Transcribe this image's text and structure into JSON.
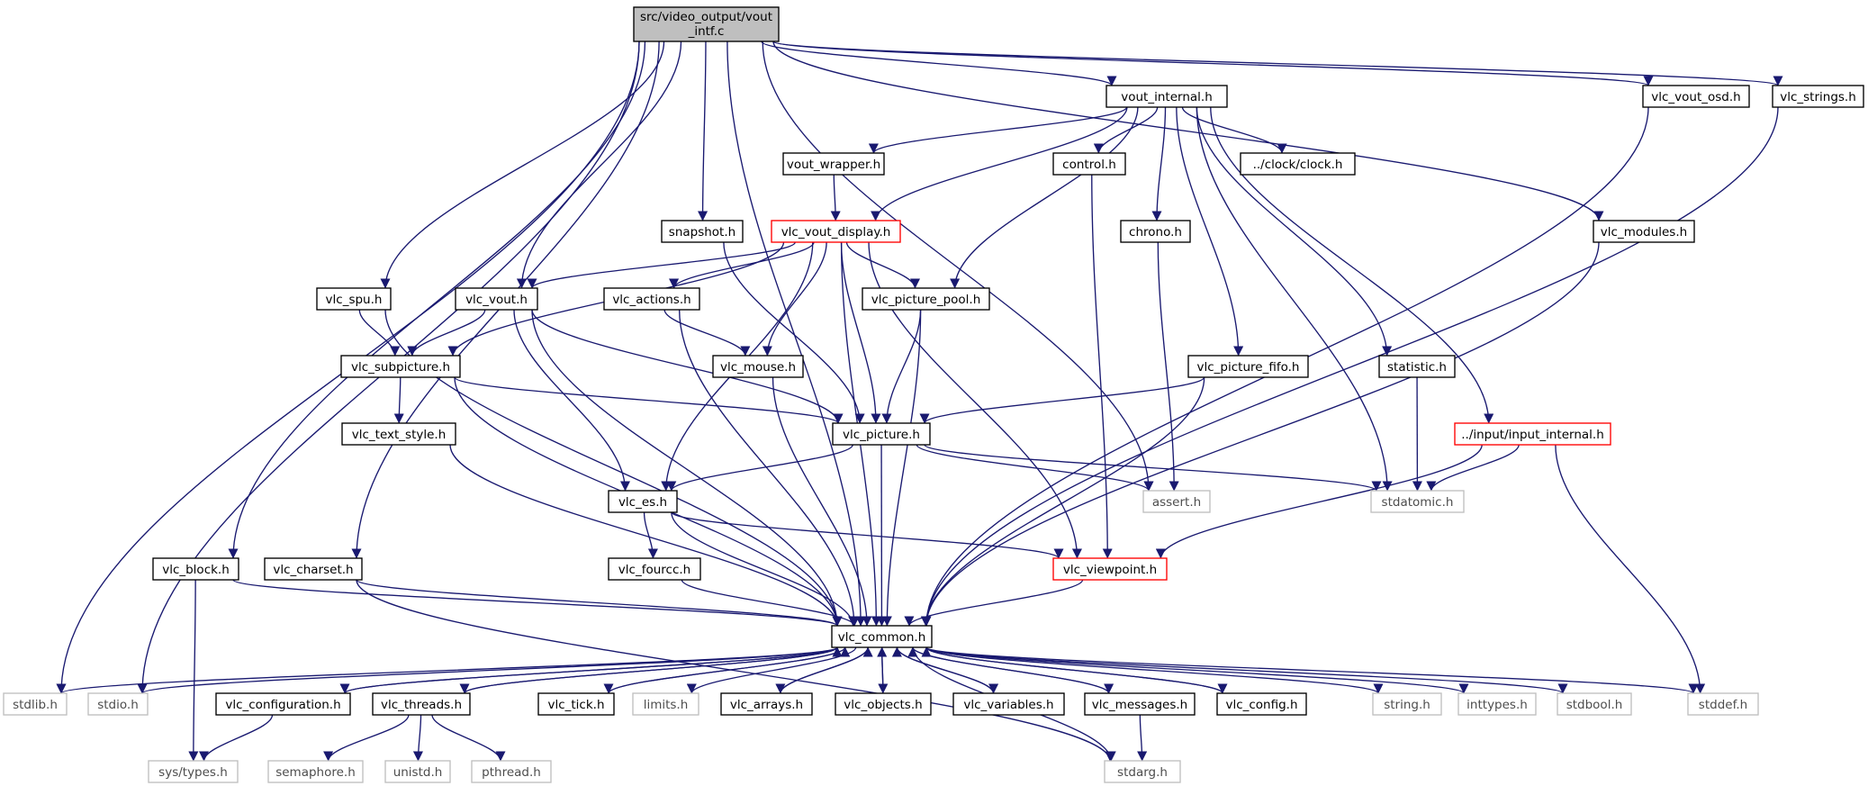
{
  "diagram": {
    "title": "src/video_output/vout_intf.c",
    "colors": {
      "edge": "#191970",
      "root_fill": "#bfbfbf",
      "root_border": "#000000",
      "normal_border": "#000000",
      "truncated_border": "#ff0000",
      "system_border": "#bfbfbf",
      "system_text": "#4d4d4d"
    },
    "nodes": [
      {
        "id": "root",
        "label_lines": [
          "src/video_output/vout",
          "_intf.c"
        ],
        "style": "root"
      },
      {
        "id": "vout_internal",
        "label": "vout_internal.h",
        "style": "normal"
      },
      {
        "id": "vlc_vout_osd",
        "label": "vlc_vout_osd.h",
        "style": "normal"
      },
      {
        "id": "vlc_strings",
        "label": "vlc_strings.h",
        "style": "normal"
      },
      {
        "id": "vout_wrapper",
        "label": "vout_wrapper.h",
        "style": "normal"
      },
      {
        "id": "control",
        "label": "control.h",
        "style": "normal"
      },
      {
        "id": "clock",
        "label": "../clock/clock.h",
        "style": "normal"
      },
      {
        "id": "snapshot",
        "label": "snapshot.h",
        "style": "normal"
      },
      {
        "id": "vlc_vout_display",
        "label": "vlc_vout_display.h",
        "style": "truncated"
      },
      {
        "id": "chrono",
        "label": "chrono.h",
        "style": "normal"
      },
      {
        "id": "vlc_modules",
        "label": "vlc_modules.h",
        "style": "normal"
      },
      {
        "id": "vlc_spu",
        "label": "vlc_spu.h",
        "style": "normal"
      },
      {
        "id": "vlc_vout",
        "label": "vlc_vout.h",
        "style": "normal"
      },
      {
        "id": "vlc_actions",
        "label": "vlc_actions.h",
        "style": "normal"
      },
      {
        "id": "vlc_picture_pool",
        "label": "vlc_picture_pool.h",
        "style": "normal"
      },
      {
        "id": "vlc_subpicture",
        "label": "vlc_subpicture.h",
        "style": "normal"
      },
      {
        "id": "vlc_mouse",
        "label": "vlc_mouse.h",
        "style": "normal"
      },
      {
        "id": "vlc_picture_fifo",
        "label": "vlc_picture_fifo.h",
        "style": "normal"
      },
      {
        "id": "statistic",
        "label": "statistic.h",
        "style": "normal"
      },
      {
        "id": "vlc_text_style",
        "label": "vlc_text_style.h",
        "style": "normal"
      },
      {
        "id": "vlc_picture",
        "label": "vlc_picture.h",
        "style": "normal"
      },
      {
        "id": "input_internal",
        "label": "../input/input_internal.h",
        "style": "truncated"
      },
      {
        "id": "vlc_es",
        "label": "vlc_es.h",
        "style": "normal"
      },
      {
        "id": "assert",
        "label": "assert.h",
        "style": "system"
      },
      {
        "id": "stdatomic",
        "label": "stdatomic.h",
        "style": "system"
      },
      {
        "id": "vlc_block",
        "label": "vlc_block.h",
        "style": "normal"
      },
      {
        "id": "vlc_charset",
        "label": "vlc_charset.h",
        "style": "normal"
      },
      {
        "id": "vlc_fourcc",
        "label": "vlc_fourcc.h",
        "style": "normal"
      },
      {
        "id": "vlc_viewpoint",
        "label": "vlc_viewpoint.h",
        "style": "truncated"
      },
      {
        "id": "vlc_common",
        "label": "vlc_common.h",
        "style": "normal"
      },
      {
        "id": "stdlib",
        "label": "stdlib.h",
        "style": "system"
      },
      {
        "id": "stdio",
        "label": "stdio.h",
        "style": "system"
      },
      {
        "id": "vlc_configuration",
        "label": "vlc_configuration.h",
        "style": "normal"
      },
      {
        "id": "vlc_threads",
        "label": "vlc_threads.h",
        "style": "normal"
      },
      {
        "id": "vlc_tick",
        "label": "vlc_tick.h",
        "style": "normal"
      },
      {
        "id": "limits",
        "label": "limits.h",
        "style": "system"
      },
      {
        "id": "vlc_arrays",
        "label": "vlc_arrays.h",
        "style": "normal"
      },
      {
        "id": "vlc_objects",
        "label": "vlc_objects.h",
        "style": "normal"
      },
      {
        "id": "vlc_variables",
        "label": "vlc_variables.h",
        "style": "normal"
      },
      {
        "id": "vlc_messages",
        "label": "vlc_messages.h",
        "style": "normal"
      },
      {
        "id": "vlc_config",
        "label": "vlc_config.h",
        "style": "normal"
      },
      {
        "id": "string",
        "label": "string.h",
        "style": "system"
      },
      {
        "id": "inttypes",
        "label": "inttypes.h",
        "style": "system"
      },
      {
        "id": "stdbool",
        "label": "stdbool.h",
        "style": "system"
      },
      {
        "id": "stddef",
        "label": "stddef.h",
        "style": "system"
      },
      {
        "id": "sys_types",
        "label": "sys/types.h",
        "style": "system"
      },
      {
        "id": "semaphore",
        "label": "semaphore.h",
        "style": "system"
      },
      {
        "id": "unistd",
        "label": "unistd.h",
        "style": "system"
      },
      {
        "id": "pthread",
        "label": "pthread.h",
        "style": "system"
      },
      {
        "id": "stdarg",
        "label": "stdarg.h",
        "style": "system"
      }
    ],
    "edges": [
      [
        "root",
        "vout_internal"
      ],
      [
        "root",
        "vlc_vout_osd"
      ],
      [
        "root",
        "vlc_strings"
      ],
      [
        "root",
        "snapshot"
      ],
      [
        "root",
        "vlc_modules"
      ],
      [
        "root",
        "vlc_spu"
      ],
      [
        "root",
        "vlc_vout"
      ],
      [
        "root",
        "assert"
      ],
      [
        "root",
        "vlc_block"
      ],
      [
        "root",
        "vlc_charset"
      ],
      [
        "root",
        "vlc_common"
      ],
      [
        "root",
        "stdlib"
      ],
      [
        "root",
        "stdio"
      ],
      [
        "vout_internal",
        "vout_wrapper"
      ],
      [
        "vout_internal",
        "control"
      ],
      [
        "vout_internal",
        "clock"
      ],
      [
        "vout_internal",
        "vlc_vout_display"
      ],
      [
        "vout_internal",
        "chrono"
      ],
      [
        "vout_internal",
        "vlc_picture_pool"
      ],
      [
        "vout_internal",
        "vlc_picture_fifo"
      ],
      [
        "vout_internal",
        "statistic"
      ],
      [
        "vout_internal",
        "input_internal"
      ],
      [
        "vout_internal",
        "stdatomic"
      ],
      [
        "vout_wrapper",
        "vlc_vout_display"
      ],
      [
        "control",
        "vlc_viewpoint"
      ],
      [
        "chrono",
        "assert"
      ],
      [
        "snapshot",
        "vlc_picture"
      ],
      [
        "vlc_vout_display",
        "vlc_vout"
      ],
      [
        "vlc_vout_display",
        "vlc_actions"
      ],
      [
        "vlc_vout_display",
        "vlc_picture_pool"
      ],
      [
        "vlc_vout_display",
        "vlc_subpicture"
      ],
      [
        "vlc_vout_display",
        "vlc_mouse"
      ],
      [
        "vlc_vout_display",
        "vlc_picture"
      ],
      [
        "vlc_vout_display",
        "vlc_es"
      ],
      [
        "vlc_vout_display",
        "vlc_viewpoint"
      ],
      [
        "vlc_vout_display",
        "vlc_common"
      ],
      [
        "vlc_vout_osd",
        "vlc_common"
      ],
      [
        "vlc_strings",
        "vlc_common"
      ],
      [
        "vlc_modules",
        "vlc_common"
      ],
      [
        "vlc_spu",
        "vlc_subpicture"
      ],
      [
        "vlc_spu",
        "vlc_common"
      ],
      [
        "vlc_vout",
        "vlc_subpicture"
      ],
      [
        "vlc_vout",
        "vlc_picture"
      ],
      [
        "vlc_vout",
        "vlc_es"
      ],
      [
        "vlc_vout",
        "vlc_common"
      ],
      [
        "vlc_actions",
        "vlc_mouse"
      ],
      [
        "vlc_actions",
        "vlc_common"
      ],
      [
        "vlc_picture_pool",
        "vlc_picture"
      ],
      [
        "vlc_picture_pool",
        "vlc_common"
      ],
      [
        "vlc_subpicture",
        "vlc_text_style"
      ],
      [
        "vlc_subpicture",
        "vlc_picture"
      ],
      [
        "vlc_subpicture",
        "vlc_common"
      ],
      [
        "vlc_mouse",
        "vlc_common"
      ],
      [
        "vlc_picture_fifo",
        "vlc_picture"
      ],
      [
        "vlc_picture_fifo",
        "vlc_common"
      ],
      [
        "statistic",
        "stdatomic"
      ],
      [
        "vlc_text_style",
        "vlc_common"
      ],
      [
        "vlc_picture",
        "vlc_es"
      ],
      [
        "vlc_picture",
        "assert"
      ],
      [
        "vlc_picture",
        "stdatomic"
      ],
      [
        "vlc_picture",
        "vlc_common"
      ],
      [
        "input_internal",
        "stdatomic"
      ],
      [
        "input_internal",
        "vlc_viewpoint"
      ],
      [
        "input_internal",
        "stddef"
      ],
      [
        "vlc_es",
        "vlc_fourcc"
      ],
      [
        "vlc_es",
        "vlc_viewpoint"
      ],
      [
        "vlc_es",
        "vlc_common"
      ],
      [
        "vlc_fourcc",
        "vlc_common"
      ],
      [
        "vlc_viewpoint",
        "vlc_common"
      ],
      [
        "vlc_block",
        "vlc_common"
      ],
      [
        "vlc_block",
        "sys_types"
      ],
      [
        "vlc_charset",
        "vlc_common"
      ],
      [
        "vlc_charset",
        "stdarg"
      ],
      [
        "vlc_common",
        "stdlib"
      ],
      [
        "vlc_common",
        "stdio"
      ],
      [
        "vlc_common",
        "vlc_configuration"
      ],
      [
        "vlc_common",
        "vlc_threads"
      ],
      [
        "vlc_common",
        "vlc_tick"
      ],
      [
        "vlc_common",
        "limits"
      ],
      [
        "vlc_common",
        "vlc_arrays"
      ],
      [
        "vlc_common",
        "vlc_objects"
      ],
      [
        "vlc_common",
        "vlc_variables"
      ],
      [
        "vlc_common",
        "vlc_messages"
      ],
      [
        "vlc_common",
        "vlc_config"
      ],
      [
        "vlc_common",
        "string"
      ],
      [
        "vlc_common",
        "inttypes"
      ],
      [
        "vlc_common",
        "stdbool"
      ],
      [
        "vlc_common",
        "stddef"
      ],
      [
        "vlc_common",
        "stdarg"
      ],
      [
        "vlc_configuration",
        "vlc_common"
      ],
      [
        "vlc_configuration",
        "sys_types"
      ],
      [
        "vlc_threads",
        "vlc_common"
      ],
      [
        "vlc_threads",
        "semaphore"
      ],
      [
        "vlc_threads",
        "unistd"
      ],
      [
        "vlc_threads",
        "pthread"
      ],
      [
        "vlc_tick",
        "vlc_common"
      ],
      [
        "vlc_arrays",
        "vlc_common"
      ],
      [
        "vlc_objects",
        "vlc_common"
      ],
      [
        "vlc_variables",
        "vlc_common"
      ],
      [
        "vlc_messages",
        "vlc_common"
      ],
      [
        "vlc_messages",
        "stdarg"
      ],
      [
        "vlc_config",
        "vlc_common"
      ]
    ]
  }
}
